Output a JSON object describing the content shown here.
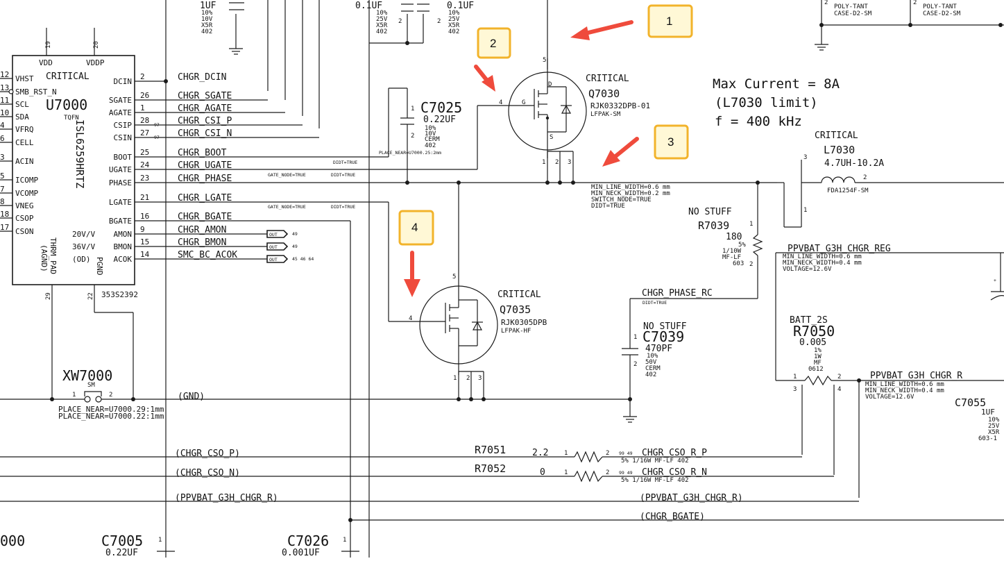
{
  "chip": {
    "ref": "U7000",
    "part": "ISL6259HRTZ",
    "pkg": "TQFN",
    "critical": "CRITICAL",
    "bom": "353S2392",
    "top_pins": [
      {
        "num": "19",
        "name": "VDD"
      },
      {
        "num": "20",
        "name": "VDDP"
      }
    ],
    "bottom_pins": [
      {
        "num": "29"
      },
      {
        "num": "22"
      }
    ],
    "bottom_labels": [
      "(AGND)",
      "THRM_PAD",
      "PGND"
    ],
    "left_pins": [
      {
        "num": "12",
        "name": "VHST"
      },
      {
        "num": "13",
        "name": "SMB_RST_N"
      },
      {
        "num": "11",
        "name": "SCL"
      },
      {
        "num": "10",
        "name": "SDA"
      },
      {
        "num": "4",
        "name": "VFRQ"
      },
      {
        "num": "6",
        "name": "CELL"
      },
      {
        "num": "3",
        "name": "ACIN"
      },
      {
        "num": "5",
        "name": "ICOMP"
      },
      {
        "num": "7",
        "name": "VCOMP"
      },
      {
        "num": "8",
        "name": "VNEG"
      },
      {
        "num": "18",
        "name": "CSOP"
      },
      {
        "num": "17",
        "name": "CSON"
      }
    ],
    "right_pins": [
      {
        "num": "2",
        "name": "DCIN",
        "net": "CHGR_DCIN"
      },
      {
        "num": "26",
        "name": "SGATE",
        "net": "CHGR_SGATE"
      },
      {
        "num": "1",
        "name": "AGATE",
        "net": "CHGR_AGATE"
      },
      {
        "num": "28",
        "name": "CSIP",
        "net": "CHGR_CSI_P",
        "sub": "97"
      },
      {
        "num": "27",
        "name": "CSIN",
        "net": "CHGR_CSI_N",
        "sub": "97"
      },
      {
        "num": "25",
        "name": "BOOT",
        "net": "CHGR_BOOT"
      },
      {
        "num": "24",
        "name": "UGATE",
        "net": "CHGR_UGATE"
      },
      {
        "num": "23",
        "name": "PHASE",
        "net": "CHGR_PHASE"
      },
      {
        "num": "21",
        "name": "LGATE",
        "net": "CHGR_LGATE"
      },
      {
        "num": "16",
        "name": "BGATE",
        "net": "CHGR_BGATE"
      },
      {
        "num": "9",
        "name": "AMON",
        "prefix": "20V/V",
        "net": "CHGR_AMON",
        "page": "49"
      },
      {
        "num": "15",
        "name": "BMON",
        "prefix": "36V/V",
        "net": "CHGR_BMON",
        "page": "49"
      },
      {
        "num": "14",
        "name": "ACOK",
        "prefix": "(OD)",
        "net": "SMC_BC_ACOK",
        "page": "45 46 64"
      }
    ],
    "out_label": "OUT"
  },
  "top_caps": {
    "left": [
      "1UF",
      "10%",
      "10V",
      "X5R",
      "402"
    ],
    "mid": [
      "0.1UF",
      "10%",
      "25V",
      "X5R",
      "402"
    ],
    "right": [
      "0.1UF",
      "10%",
      "25V",
      "X5R",
      "402"
    ],
    "right_top": [
      [
        "2",
        "POLY-TANT",
        "CASE-D2-SM"
      ],
      [
        "2",
        "POLY-TANT",
        "CASE-D2-SM"
      ]
    ]
  },
  "c7025": {
    "ref": "C7025",
    "value": "0.22UF",
    "lines": [
      "10%",
      "10V",
      "CERM",
      "402"
    ],
    "place": "PLACE_NEAR=U7000.25:2mm"
  },
  "q7030": {
    "crit": "CRITICAL",
    "ref": "Q7030",
    "part": "RJK0332DPB-01",
    "pkg": "LFPAK-SM"
  },
  "q7035": {
    "crit": "CRITICAL",
    "ref": "Q7035",
    "part": "RJK0305DPB",
    "pkg": "LFPAK-HF"
  },
  "notes": {
    "max_current": "Max Current = 8A",
    "limit": "(L7030 limit)",
    "freq": "f = 400 kHz",
    "didt": "DIDT=TRUE",
    "gate_node": "GATE_NODE=TRUE",
    "switch": [
      "MIN_LINE_WIDTH=0.6 mm",
      "MIN_NECK_WIDTH=0.2 mm",
      "SWITCH_NODE=TRUE",
      "DIDT=TRUE"
    ]
  },
  "l7030": {
    "crit": "CRITICAL",
    "ref": "L7030",
    "value": "4.7UH-10.2A",
    "pkg": "FDA1254F-SM"
  },
  "r7039": {
    "nostuff": "NO STUFF",
    "ref": "R7039",
    "value": "180",
    "lines": [
      "5%",
      "1/10W",
      "MF-LF",
      "603"
    ]
  },
  "c7039": {
    "nostuff": "NO STUFF",
    "ref": "C7039",
    "value": "470PF",
    "lines": [
      "10%",
      "50V",
      "CERM",
      "402"
    ]
  },
  "phase_rc": {
    "net": "CHGR_PHASE_RC",
    "didt": "DIDT=TRUE"
  },
  "xw7000": {
    "ref": "XW7000",
    "pkg": "SM",
    "place": [
      "PLACE_NEAR=U7000.29:1mm",
      "PLACE_NEAR=U7000.22:1mm"
    ]
  },
  "ppvbat_reg": {
    "net": "PPVBAT_G3H_CHGR_REG",
    "lines": [
      "MIN_LINE_WIDTH=0.6 mm",
      "MIN_NECK_WIDTH=0.4 mm",
      "VOLTAGE=12.6V"
    ]
  },
  "r7050": {
    "net": "BATT_2S",
    "ref": "R7050",
    "value": "0.005",
    "lines": [
      "1%",
      "1W",
      "MF",
      "0612"
    ]
  },
  "ppvbat_out": {
    "net": "PPVBAT_G3H_CHGR_R",
    "lines": [
      "MIN_LINE_WIDTH=0.6 mm",
      "MIN_NECK_WIDTH=0.4 mm",
      "VOLTAGE=12.6V"
    ]
  },
  "c7055": {
    "ref": "C7055",
    "value": "1UF",
    "lines": [
      "10%",
      "25V",
      "X5R",
      "603-1"
    ]
  },
  "r7051": {
    "ref": "R7051",
    "value": "2.2",
    "spec": "5% 1/16W MF-LF 402",
    "net": "CHGR_CSO_R_P",
    "pages": "99 49"
  },
  "r7052": {
    "ref": "R7052",
    "value": "0",
    "spec": "5% 1/16W MF-LF 402",
    "net": "CHGR_CSO_R_N",
    "pages": "99 49"
  },
  "bottom_nets": {
    "gnd": "(GND)",
    "cso_p": "(CHGR_CSO_P)",
    "cso_n": "(CHGR_CSO_N)",
    "ppvbat_left": "(PPVBAT_G3H_CHGR_R)",
    "ppvbat_right": "(PPVBAT_G3H_CHGR_R)",
    "bgate": "(CHGR_BGATE)"
  },
  "bottom_caps": {
    "left_ref": "000",
    "c7005": {
      "ref": "C7005",
      "value": "0.22UF"
    },
    "c7026": {
      "ref": "C7026",
      "value": "0.001UF"
    }
  },
  "badges": [
    "1",
    "2",
    "3",
    "4"
  ],
  "colors": {
    "badge_fill": "#fff8d6",
    "badge_border": "#f2b32b",
    "arrow": "#ef4b3c",
    "wire": "#1a1a1a"
  }
}
